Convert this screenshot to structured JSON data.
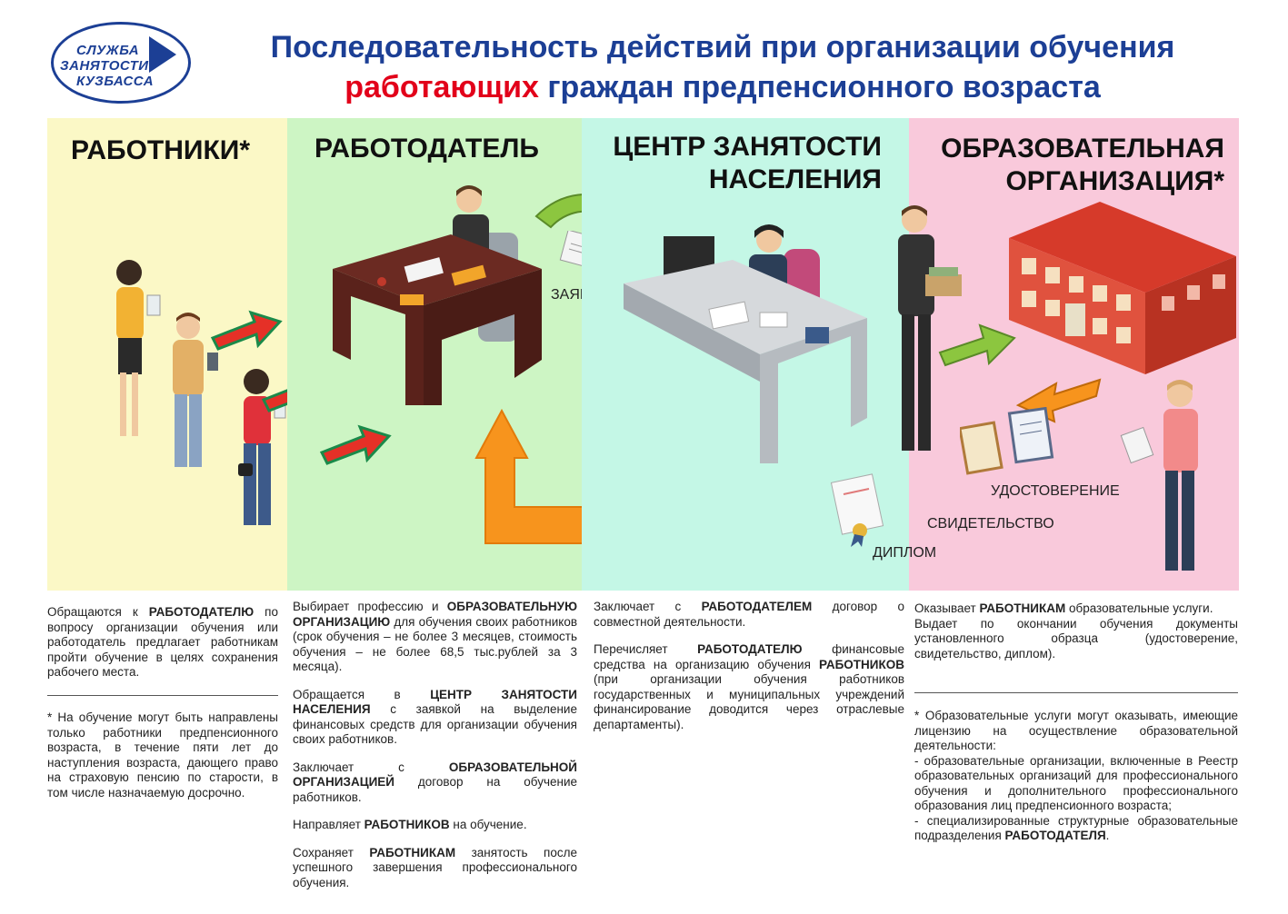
{
  "logo": {
    "line1": "СЛУЖБА",
    "line2": "ЗАНЯТОСТИ",
    "line3": "КУЗБАССА"
  },
  "title": {
    "line1": "Последовательность действий при организации обучения",
    "red": "работающих",
    "line2_rest": " граждан предпенсионного возраста"
  },
  "columns": {
    "c1": {
      "head": "РАБОТНИКИ*"
    },
    "c2": {
      "head": "РАБОТОДАТЕЛЬ"
    },
    "c3": {
      "head_line1": "ЦЕНТР ЗАНЯТОСТИ",
      "head_line2": "НАСЕЛЕНИЯ"
    },
    "c4": {
      "head_line1": "ОБРАЗОВАТЕЛЬНАЯ",
      "head_line2": "ОРГАНИЗАЦИЯ*"
    }
  },
  "labels": {
    "application": "ЗАЯВКА",
    "certificate": "УДОСТОВЕРЕНИЕ",
    "testimonial": "СВИДЕТЕЛЬСТВО",
    "diploma": "ДИПЛОМ"
  },
  "colors": {
    "title_blue": "#1c3f95",
    "accent_red": "#e2001a",
    "arrow_orange": "#f7941d",
    "arrow_green": "#8cc63f",
    "arrow_red": "#e53027"
  },
  "text1": {
    "p1_a": "Обращаются к ",
    "p1_b": "РАБОТОДАТЕЛЮ",
    "p1_c": " по вопросу организации обучения или работодатель предлагает работникам пройти обучение в целях сохранения рабочего места.",
    "note": "* На обучение могут быть направлены только работники предпенсионного возраста, в течение пяти лет до наступления возраста, дающего право на страховую пенсию по старости, в том числе назначаемую досрочно."
  },
  "text2": {
    "p1_a": "Выбирает профессию и ",
    "p1_b": "ОБРАЗОВАТЕЛЬНУЮ ОРГАНИЗАЦИЮ",
    "p1_c": " для обучения своих работников (срок обучения – не более 3 месяцев, стоимость обучения – не более 68,5 тыс.рублей за 3 месяца).",
    "p2_a": "Обращается в ",
    "p2_b": "ЦЕНТР ЗАНЯТОСТИ НАСЕЛЕНИЯ",
    "p2_c": " с заявкой на выделение финансовых средств для организации обучения своих работников.",
    "p3_a": "Заключает с ",
    "p3_b": "ОБРАЗОВАТЕЛЬНОЙ ОРГАНИЗАЦИЕЙ",
    "p3_c": " договор на обучение работников.",
    "p4_a": "Направляет ",
    "p4_b": "РАБОТНИКОВ",
    "p4_c": " на обучение.",
    "p5_a": "Сохраняет ",
    "p5_b": "РАБОТНИКАМ",
    "p5_c": " занятость после успешного завершения профессионального обучения."
  },
  "text3": {
    "p1_a": "Заключает с ",
    "p1_b": "РАБОТОДАТЕЛЕМ",
    "p1_c": " договор о совместной деятельности.",
    "p2_a": "Перечисляет ",
    "p2_b": "РАБОТОДАТЕЛЮ",
    "p2_c": " финансовые средства на организацию обучения ",
    "p2_d": "РАБОТНИКОВ",
    "p2_e": " (при организации обучения работников государственных и муниципальных учреждений финансирование доводится через отраслевые департаменты)."
  },
  "text4": {
    "p1_a": "Оказывает ",
    "p1_b": "РАБОТНИКАМ",
    "p1_c": " образовательные услуги.",
    "p1_d": "Выдает по окончании обучения документы установленного образца (удостоверение, свидетельство, диплом).",
    "note_1": "* Образовательные услуги могут оказывать, имеющие лицензию на осуществление образовательной деятельности:",
    "note_2": "- образовательные организации, включенные в Реестр образовательных организаций для профессионального обучения и дополнительного профессионального образования лиц предпенсионного возраста;",
    "note_3_a": "- специализированные структурные образовательные подразделения ",
    "note_3_b": "РАБОТОДАТЕЛЯ",
    "note_3_c": "."
  }
}
